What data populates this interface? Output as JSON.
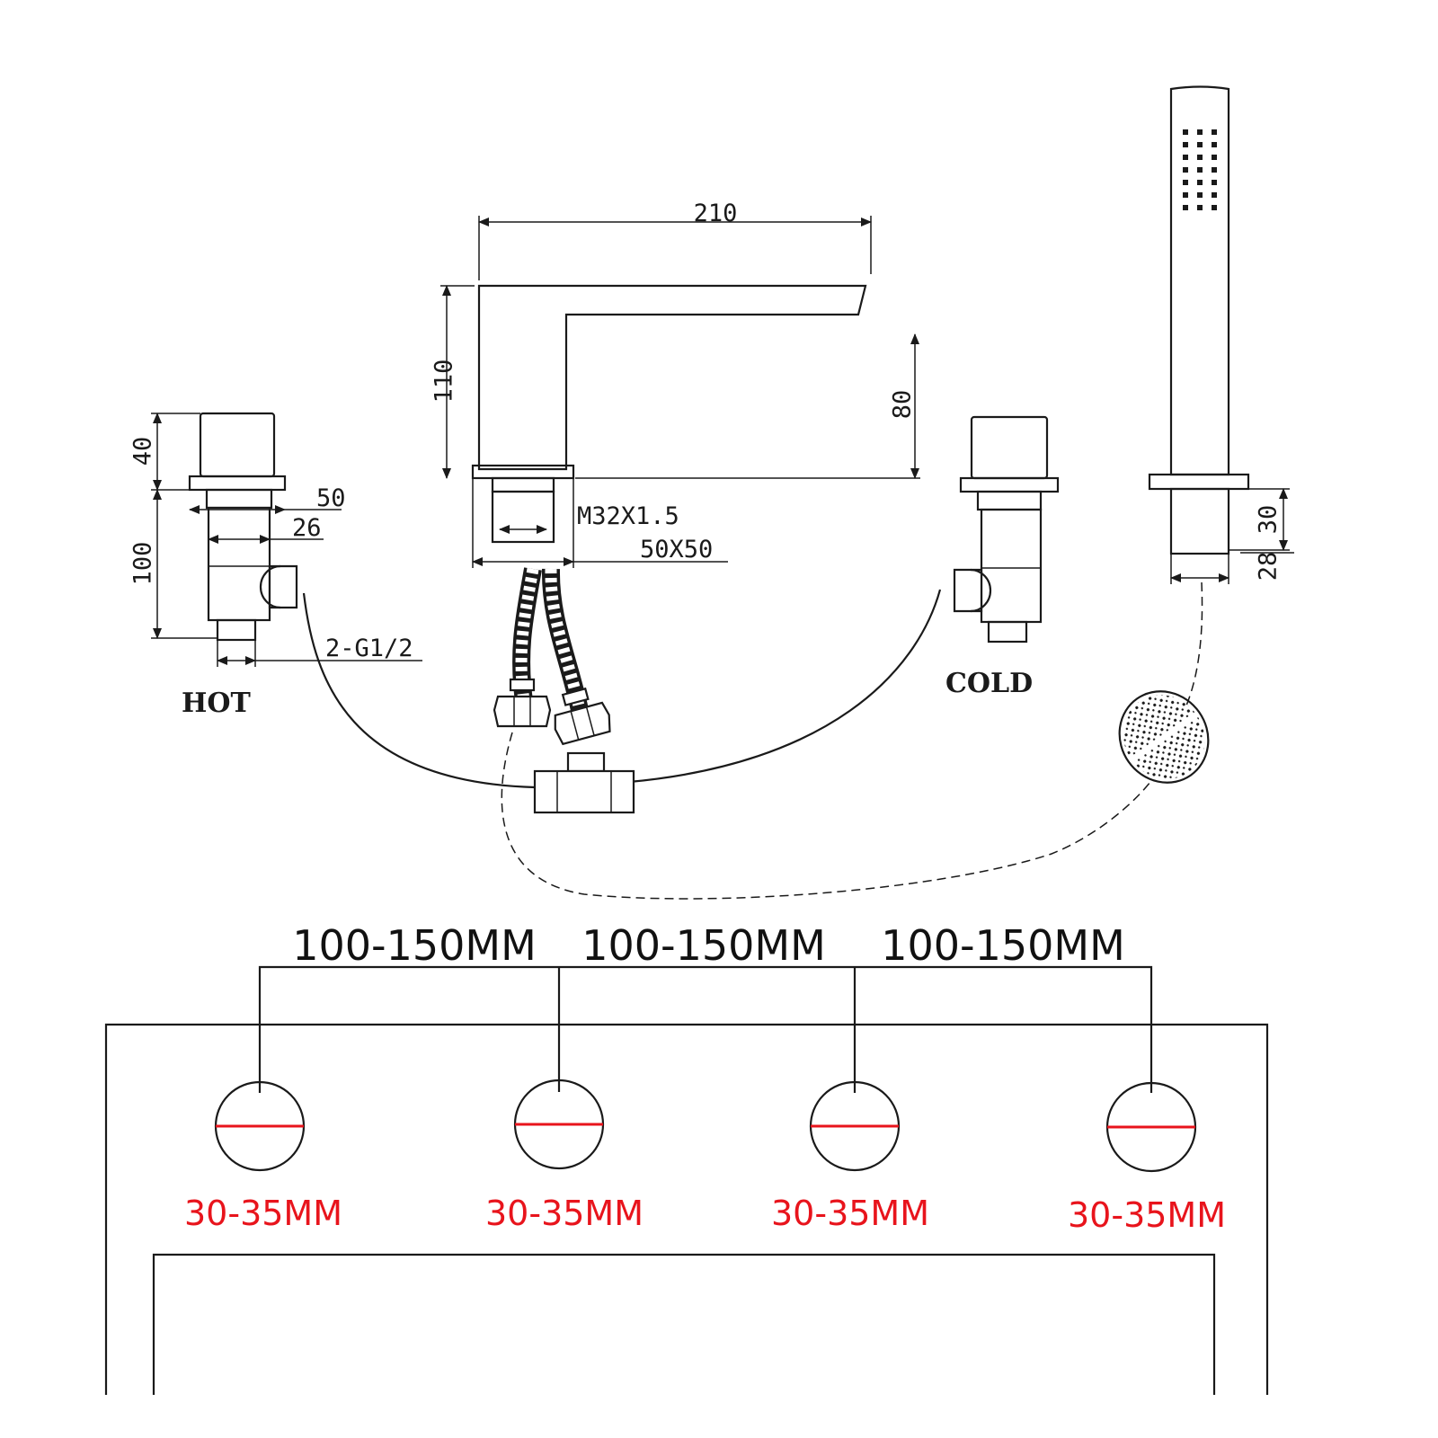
{
  "labels": {
    "spout_width": "210",
    "spout_height": "110",
    "spout_reach": "80",
    "thread": "M32X1.5",
    "base": "50X50",
    "handle_height": "40",
    "flange_width": "50",
    "body_width": "26",
    "body_height": "100",
    "inlet": "2-G1/2",
    "hot": "HOT",
    "cold": "COLD",
    "holder_height": "30",
    "holder_width": "28"
  },
  "spacings": [
    "100-150MM",
    "100-150MM",
    "100-150MM"
  ],
  "holes": [
    "30-35MM",
    "30-35MM",
    "30-35MM",
    "30-35MM"
  ],
  "colors": {
    "line": "#1a1a1a",
    "accent": "#e8141c"
  }
}
